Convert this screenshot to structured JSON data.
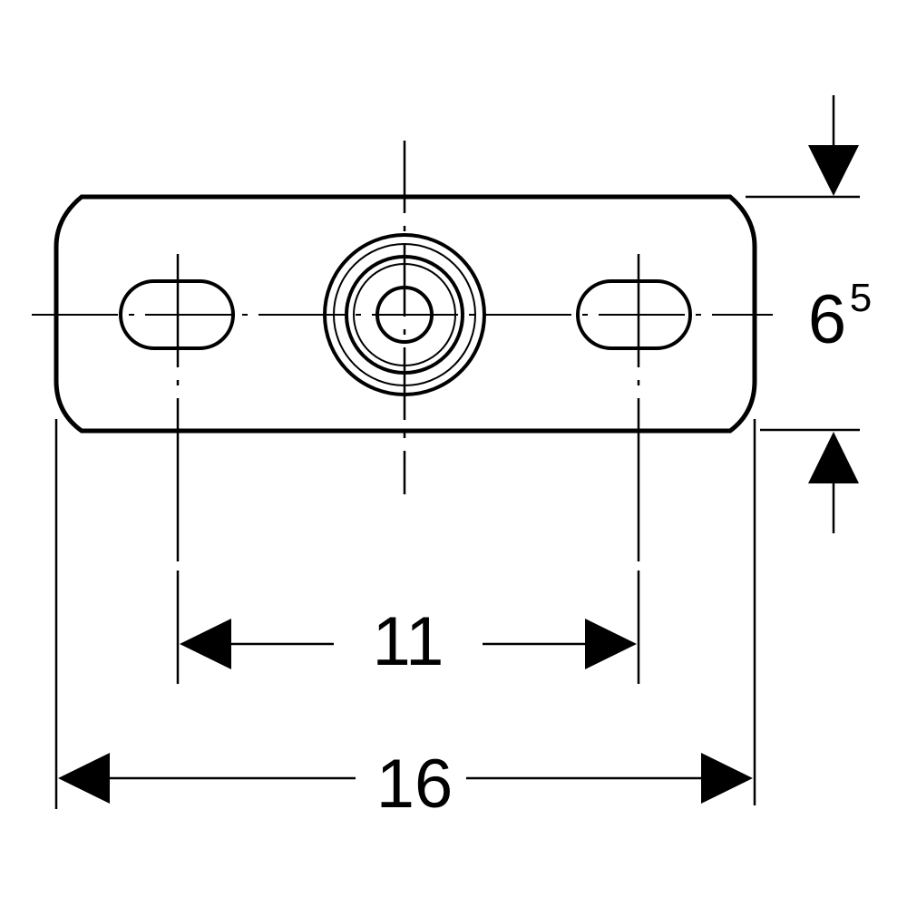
{
  "dimensions": {
    "width": "16",
    "hole_spacing": "11",
    "height_main": "6",
    "height_sup": "5"
  },
  "colors": {
    "line": "#000000",
    "background": "#ffffff"
  }
}
